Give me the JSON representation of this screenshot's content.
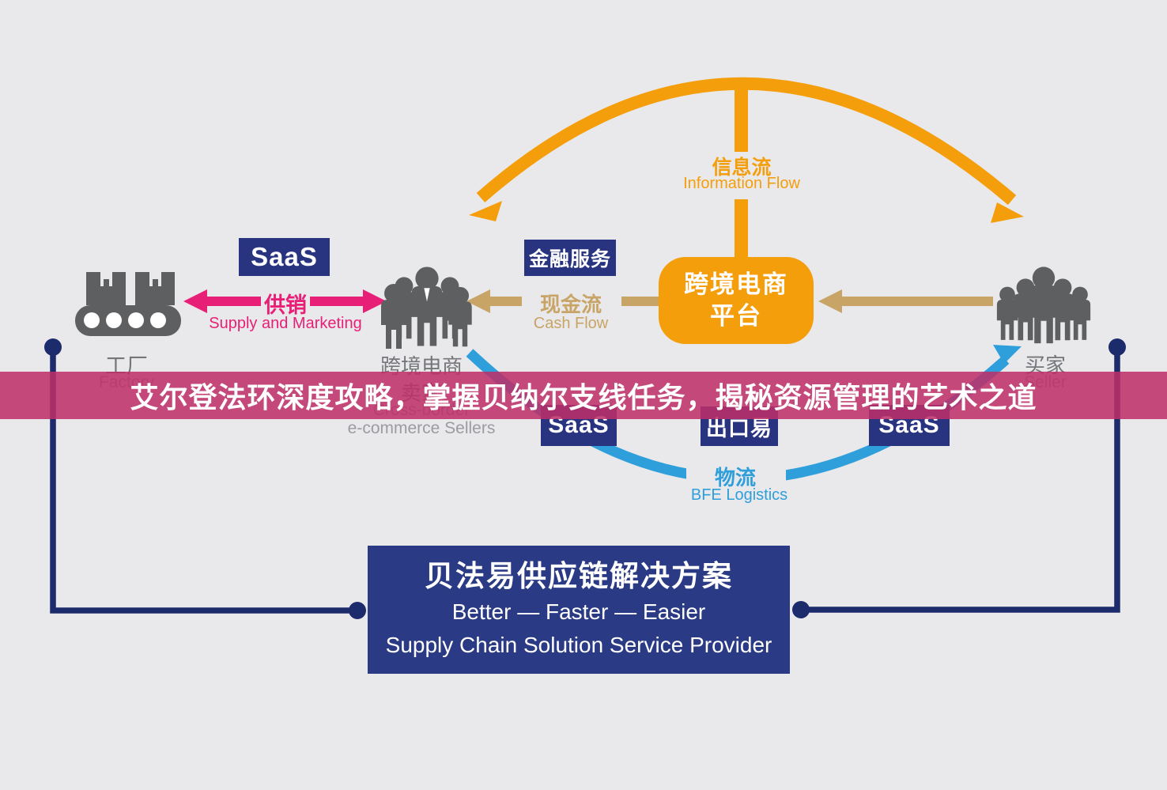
{
  "banner": {
    "text": "艾尔登法环深度攻略，掌握贝纳尔支线任务，揭秘资源管理的艺术之道"
  },
  "information_flow": {
    "zh": "信息流",
    "en": "Information Flow"
  },
  "platform_box": {
    "line1": "跨境电商",
    "line2": "平台"
  },
  "finance_box": {
    "label": "金融服务"
  },
  "saas_top_box": {
    "label": "SaaS"
  },
  "factory": {
    "zh": "工厂",
    "en": "Factory"
  },
  "supply": {
    "zh": "供销",
    "en": "Supply and Marketing"
  },
  "sellers": {
    "zh1": "跨境电商",
    "zh2": "卖家",
    "en1": "Cross-border",
    "en2": "e-commerce Sellers"
  },
  "cash_flow": {
    "zh": "现金流",
    "en": "Cash Flow"
  },
  "buyers": {
    "zh": "买家",
    "en": "Seller"
  },
  "logistics": {
    "zh": "物流",
    "en": "BFE Logistics"
  },
  "bottom_row": [
    {
      "label": "SaaS"
    },
    {
      "label": "出口易"
    },
    {
      "label": "SaaS"
    }
  ],
  "solution_box": {
    "title": "贝法易供应链解决方案",
    "line2": "Better — Faster — Easier",
    "line3": "Supply Chain Solution Service Provider"
  },
  "icons": {
    "factory": "factory-conveyor-icon",
    "sellers": "crowd-icon",
    "buyers": "crowd-icon"
  },
  "colors": {
    "background": "#e9e9eb",
    "orange": "#f49e0c",
    "navy_box": "#283480",
    "solution_navy": "#2a3a84",
    "connector_navy": "#1c2b6b",
    "pink": "#e81f76",
    "banner_pink": "#be2f68",
    "tan": "#c8a466",
    "blue": "#2e9fdb",
    "icon_gray": "#5e5f61",
    "label_gray": "#75767a",
    "sublabel_gray": "#9b9ca1"
  }
}
